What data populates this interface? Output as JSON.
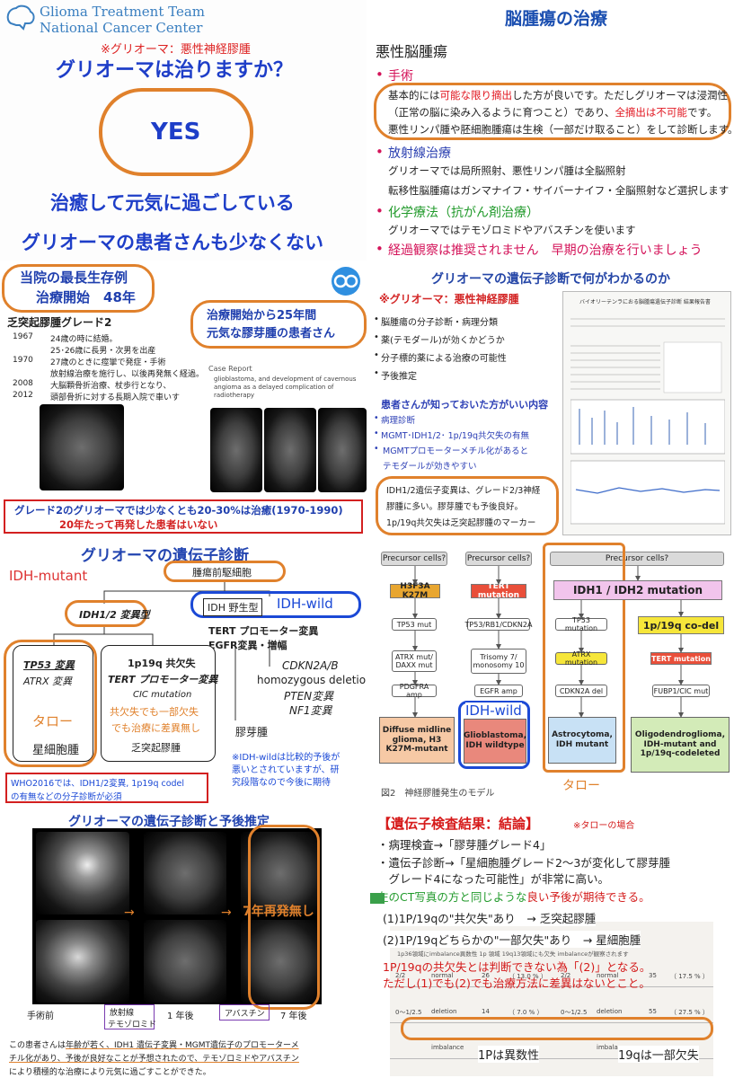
{
  "colors": {
    "orange": "#e0812c",
    "blue": "#1b49d6",
    "red": "#d31a1a",
    "green": "#219a2b",
    "title_blue": "#2244b0"
  },
  "p1": {
    "logo_line1": "Glioma Treatment Team",
    "logo_line2": "National Cancer Center",
    "subtitle": "※グリオーマ：悪性神経膠腫",
    "question": "グリオーマは治りますか？",
    "answer": "YES",
    "line1": "治癒して元気に過ごしている",
    "line2": "グリオーマの患者さんも少なくない"
  },
  "p2": {
    "title": "脳腫瘍の治療",
    "heading": "悪性脳腫瘍",
    "sec1": "手術",
    "s1_l1a": "基本的には",
    "s1_l1b": "可能な限り摘出",
    "s1_l1c": "した方が良いです。ただしグリオーマは浸潤性",
    "s1_l2a": "（正常の脳に染み入るように育つこと）であり、",
    "s1_l2b": "全摘出は不可能",
    "s1_l2c": "です。",
    "s1_l3": "悪性リンパ腫や胚細胞腫瘍は生検（一部だけ取ること）をして診断します。",
    "sec2": "放射線治療",
    "s2_l1": "グリオーマでは局所照射、悪性リンパ腫は全脳照射",
    "s2_l2": "転移性脳腫瘍はガンマナイフ・サイバーナイフ・全脳照射など選択します",
    "sec3": "化学療法（抗がん剤治療）",
    "s3_l1": "グリオーマではテモゾロミドやアバスチンを使います",
    "sec4": "経過観察は推奨されません　早期の治療を行いましょう"
  },
  "p3": {
    "title1": "当院の最長生存例",
    "title2": "治療開始　48年",
    "case": "乏突起膠腫グレード2",
    "history": [
      {
        "y": "1967",
        "t": "24歳の時に結婚。"
      },
      {
        "y": "",
        "t": "25･26歳に長男・次男を出産"
      },
      {
        "y": "1970",
        "t": "27歳のときに痙攣で発症・手術"
      },
      {
        "y": "",
        "t": "放射線治療を施行し、以後再発無く経過。"
      },
      {
        "y": "2008",
        "t": "大脳顆骨折治療、杖歩行となり、"
      },
      {
        "y": "2012",
        "t": "頭部骨折に対する長期入院で車いす"
      }
    ],
    "callout1": "治療開始から25年間",
    "callout2": "元気な膠芽腫の患者さん",
    "paper_label": "Case Report",
    "paper_title": "glioblastoma, and development of cavernous angioma as a delayed complication of radiotherapy",
    "footer1": "グレード2のグリオーマでは少なくとも20-30%は治癒(1970-1990)",
    "footer2": "20年たって再発した患者はいない"
  },
  "p4": {
    "title": "グリオーマの遺伝子診断で何がわかるのか",
    "subtitle": "※グリオーマ：悪性神経膠腫",
    "items": [
      "脳腫瘍の分子診断・病理分類",
      "薬(テモダール)が効くかどうか",
      "分子標的薬による治療の可能性",
      "予後推定"
    ],
    "know_title": "患者さんが知っておいた方がいい内容",
    "know_items": [
      "病理診断",
      "MGMT･IDH1/2･ 1p/19q共欠失の有無",
      "MGMTプロモーターメチル化があると",
      "テモダールが効きやすい"
    ],
    "box_l1": "IDH1/2遺伝子変異は、グレード2/3神経",
    "box_l2": "膠腫に多い。膠芽腫でも予後良好。",
    "box_l3": "1p/19q共欠失は乏突起膠腫のマーカー",
    "report_title": "バイオリーテンラにおる脳腫瘍遺伝子診断 結果報告書"
  },
  "p5": {
    "title": "グリオーマの遺伝子診断",
    "idh_mutant": "IDH-mutant",
    "precursor": "腫瘍前駆細胞",
    "idh12": "IDH1/2 変異型",
    "idh_wt_box": "IDH 野生型",
    "idh_wild": "IDH-wild",
    "tert": "TERT プロモーター変異",
    "egfr": "EGFR変異・増幅",
    "cdkn": "CDKN2A/B",
    "homo": "homozygous deletion",
    "pten": "PTEN変異",
    "nf1": "NF1変異",
    "gbm": "膠芽腫",
    "tp53": "TP53 変異",
    "atrx": "ATRX 変異",
    "taro": "タロー",
    "astro": "星細胞腫",
    "codel": "1p19q 共欠失",
    "tert2": "TERT プロモーター変異",
    "cic": "CIC mutation",
    "note_a": "共欠失でも一部欠失",
    "note_b": "でも治療に差異無し",
    "oligo": "乏突起膠腫",
    "wild_note1": "※IDH-wildは比較的予後が",
    "wild_note2": "悪いとされていますが、研",
    "wild_note3": "究段階なので今後に期待",
    "who1": "WHO2016では、IDH1/2変異, 1p19q codel",
    "who2": "の有無などの分子診断が必須"
  },
  "p6": {
    "precursor": "Precursor cells?",
    "col1": {
      "mut": "H3F3A K27M",
      "steps": [
        "TP53 mut",
        "ATRX mut/ DAXX mut",
        "PDGFRA amp"
      ],
      "res": "Diffuse midline glioma, H3 K27M-mutant"
    },
    "col2": {
      "mut": "TERT mutation",
      "steps": [
        "TP53/RB1/CDKN2A",
        "Trisomy 7/ monosomy 10",
        "EGFR amp"
      ],
      "res": "Glioblastoma, IDH wildtype"
    },
    "idh_mut": "IDH1 / IDH2 mutation",
    "col3": {
      "steps": [
        "TP53 mutation",
        "ATRX mutation",
        "CDKN2A del"
      ],
      "res": "Astrocytoma, IDH mutant"
    },
    "col4": {
      "codel": "1p/19q co-del",
      "tert": "TERT mutation",
      "step": "FUBP1/CIC mut",
      "res": "Oligodendroglioma, IDH-mutant and 1p/19q-codeleted"
    },
    "idh_wild": "IDH-wild",
    "taro": "タロー",
    "caption": "図2　神経膠腫発生のモデル"
  },
  "p7": {
    "title": "グリオーマの遺伝子診断と予後推定",
    "arrow": "→",
    "recur": "7年再発無し",
    "labels": [
      "手術前",
      "1 年後",
      "7 年後"
    ],
    "tag1a": "放射線",
    "tag1b": "テモゾロミド",
    "tag2": "アバスチン",
    "note1a": "この患者さんは",
    "note1b": "年齢が若く、IDH1 遺伝子変異・MGMT遺伝子のプロモーターメ",
    "note2": "チル化があり、予後が良好なことが予想されたので、テモゾロミドやアバスチン",
    "note3": "により積極的な治療により元気に過ごすことができた。"
  },
  "p8": {
    "heading": "【遺伝子検査結果：結論】",
    "heading_note": "※タローの場合",
    "l1": "・病理検査→「膠芽腫グレード4」",
    "l2": "・遺伝子診断→「星細胞腫グレード2〜3が変化して膠芽腫",
    "l3": "　グレード4になった可能性」が非常に高い。",
    "l4a": "左のCT写真の方と同じような",
    "l4b": "良い予後が期待できる。",
    "c1": "(1)1P/19qの\"共欠失\"あり　→ 乏突起膠腫",
    "c2": "(2)1P/19qどちらかの\"一部欠失\"あり　→ 星細胞腫",
    "r1": "1P/19qの共欠失とは判断できない為「(2)」となる。",
    "r2": "ただし(1)でも(2)でも治療方法に差異はないとこと。",
    "table_hdr": "1p36領域にimbalance異数性 1p 領域 19q13領域にも欠失 imbalanceが観察されます",
    "rows": [
      {
        "a": "2/2",
        "b": "normal",
        "c": "26",
        "d": "（ 13.0 % ）",
        "e": "2/2",
        "f": "normal",
        "g": "35",
        "h": "（ 17.5 % ）"
      },
      {
        "a": "0～1/2.5",
        "b": "deletion",
        "c": "14",
        "d": "（ 7.0 % ）",
        "e": "0～1/2.5",
        "f": "deletion",
        "g": "55",
        "h": "（ 27.5 % ）"
      },
      {
        "a": "",
        "b": "imbalance",
        "c": "",
        "d": "",
        "e": "",
        "f": "imbalance",
        "g": "",
        "h": ""
      }
    ],
    "foot1": "1Pは異数性",
    "foot2": "19qは一部欠失"
  }
}
